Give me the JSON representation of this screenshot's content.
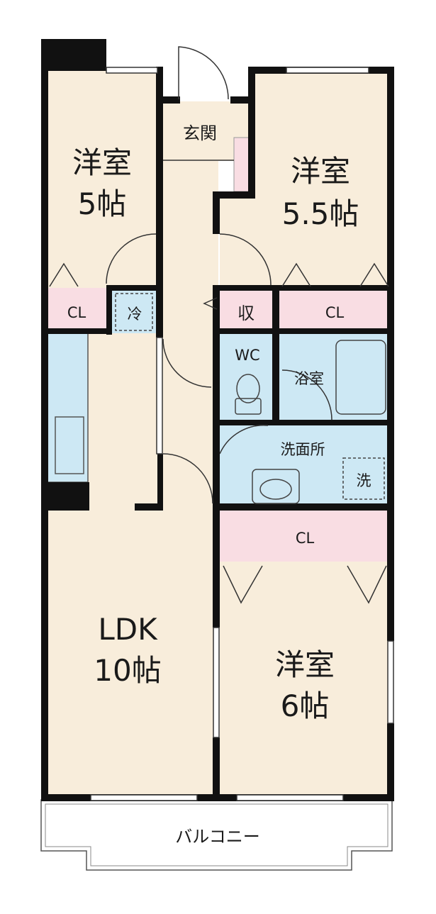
{
  "colors": {
    "room": "#f8eddb",
    "closet": "#f9dde3",
    "wet": "#cde8f4",
    "wall": "#111111",
    "balcony": "#ffffff"
  },
  "rooms": {
    "west_bedroom": {
      "name": "洋室",
      "size": "5帖"
    },
    "east_bedroom": {
      "name": "洋室",
      "size": "5.5帖"
    },
    "south_bedroom": {
      "name": "洋室",
      "size": "6帖"
    },
    "ldk": {
      "name": "LDK",
      "size": "10帖"
    },
    "entrance": "玄関",
    "wc": "WC",
    "bath": "浴室",
    "washroom": "洗面所",
    "balcony": "バルコニー"
  },
  "storage": {
    "closet_west": "CL",
    "closet_east": "CL",
    "closet_south": "CL",
    "storage": "収",
    "fridge_space": "冷",
    "washer_space": "洗"
  }
}
